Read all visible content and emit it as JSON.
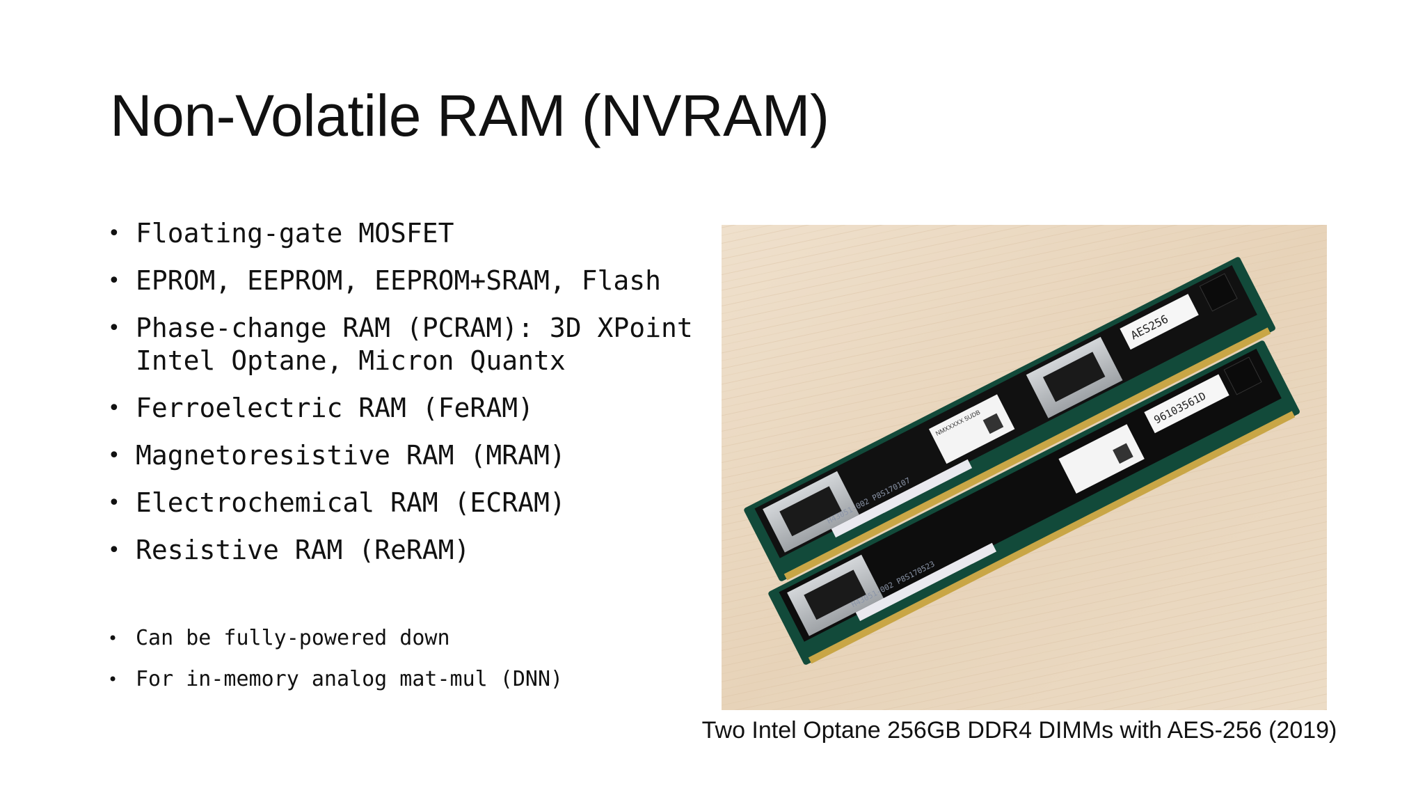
{
  "slide": {
    "title": "Non-Volatile RAM (NVRAM)",
    "bullets": [
      {
        "text": "Floating-gate MOSFET"
      },
      {
        "text": "EPROM, EEPROM, EEPROM+SRAM, Flash"
      },
      {
        "text": "Phase-change RAM (PCRAM): 3D XPoint Intel Optane, Micron Quantx"
      },
      {
        "text": "Ferroelectric RAM (FeRAM)"
      },
      {
        "text": "Magnetoresistive RAM (MRAM)"
      },
      {
        "text": "Electrochemical RAM (ECRAM)"
      },
      {
        "text": "Resistive RAM (ReRAM)"
      }
    ],
    "notes": [
      {
        "text": "Can be fully-powered down"
      },
      {
        "text": "For in-memory analog mat-mul (DNN)"
      }
    ],
    "bullet_glyph": "•",
    "image": {
      "caption": "Two Intel Optane 256GB DDR4 DIMMs with AES-256 (2019)",
      "label_top_serial": "AES256",
      "label_top_model": "NMXXXXX 5UDB",
      "label_bottom_serial": "96103561D",
      "chip_mark_top": "H43051-002 P8S170107",
      "chip_mark_bottom": "H43051-002 P8S170523"
    }
  },
  "colors": {
    "text": "#111111",
    "pcb": "#0f4a3a",
    "heatspreader": "#b9bcbf",
    "wood": "#e9d6bf",
    "gold": "#c9a646"
  }
}
